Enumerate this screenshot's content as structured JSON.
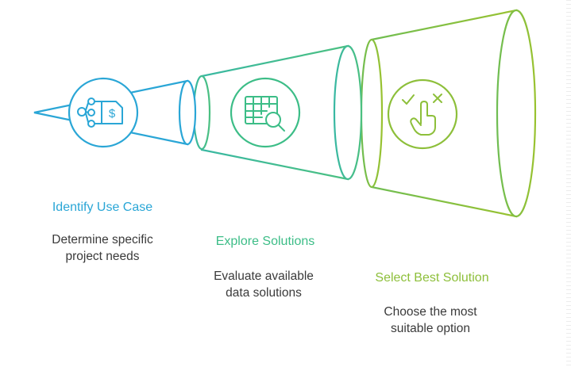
{
  "colors": {
    "stage1": "#2aa6d6",
    "stage2": "#3cbd87",
    "stage3": "#8dbf3a"
  },
  "stages": [
    {
      "title": "Identify Use Case",
      "description_lines": [
        "Determine specific",
        "project needs"
      ],
      "icon": "flowchart-dollar-icon"
    },
    {
      "title": "Explore Solutions",
      "description_lines": [
        "Evaluate available",
        "data solutions"
      ],
      "icon": "table-search-icon"
    },
    {
      "title": "Select Best Solution",
      "description_lines": [
        "Choose the most",
        "suitable option"
      ],
      "icon": "hand-check-cross-icon"
    }
  ]
}
